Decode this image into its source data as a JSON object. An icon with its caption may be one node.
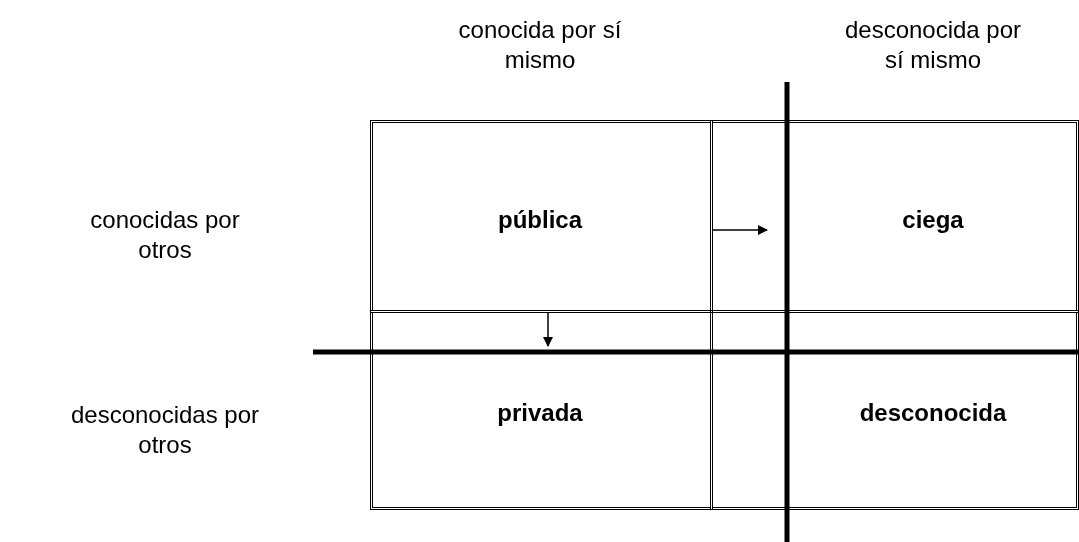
{
  "diagram": {
    "nodes": [
      {
        "text": [
          "pública"
        ]
      },
      {
        "text": [
          "ciega"
        ]
      },
      {
        "text": [
          "privada"
        ]
      },
      {
        "text": [
          "desconocida"
        ]
      }
    ],
    "edges": [
      {
        "from": 0,
        "to": 1,
        "arrow": "to"
      },
      {
        "from": 0,
        "to": 2,
        "arrow": "to"
      }
    ],
    "labels": [
      "conocida por sí mismo",
      "desconocida por sí mismo",
      "conocidas por otros",
      "desconocidas por otros"
    ]
  }
}
